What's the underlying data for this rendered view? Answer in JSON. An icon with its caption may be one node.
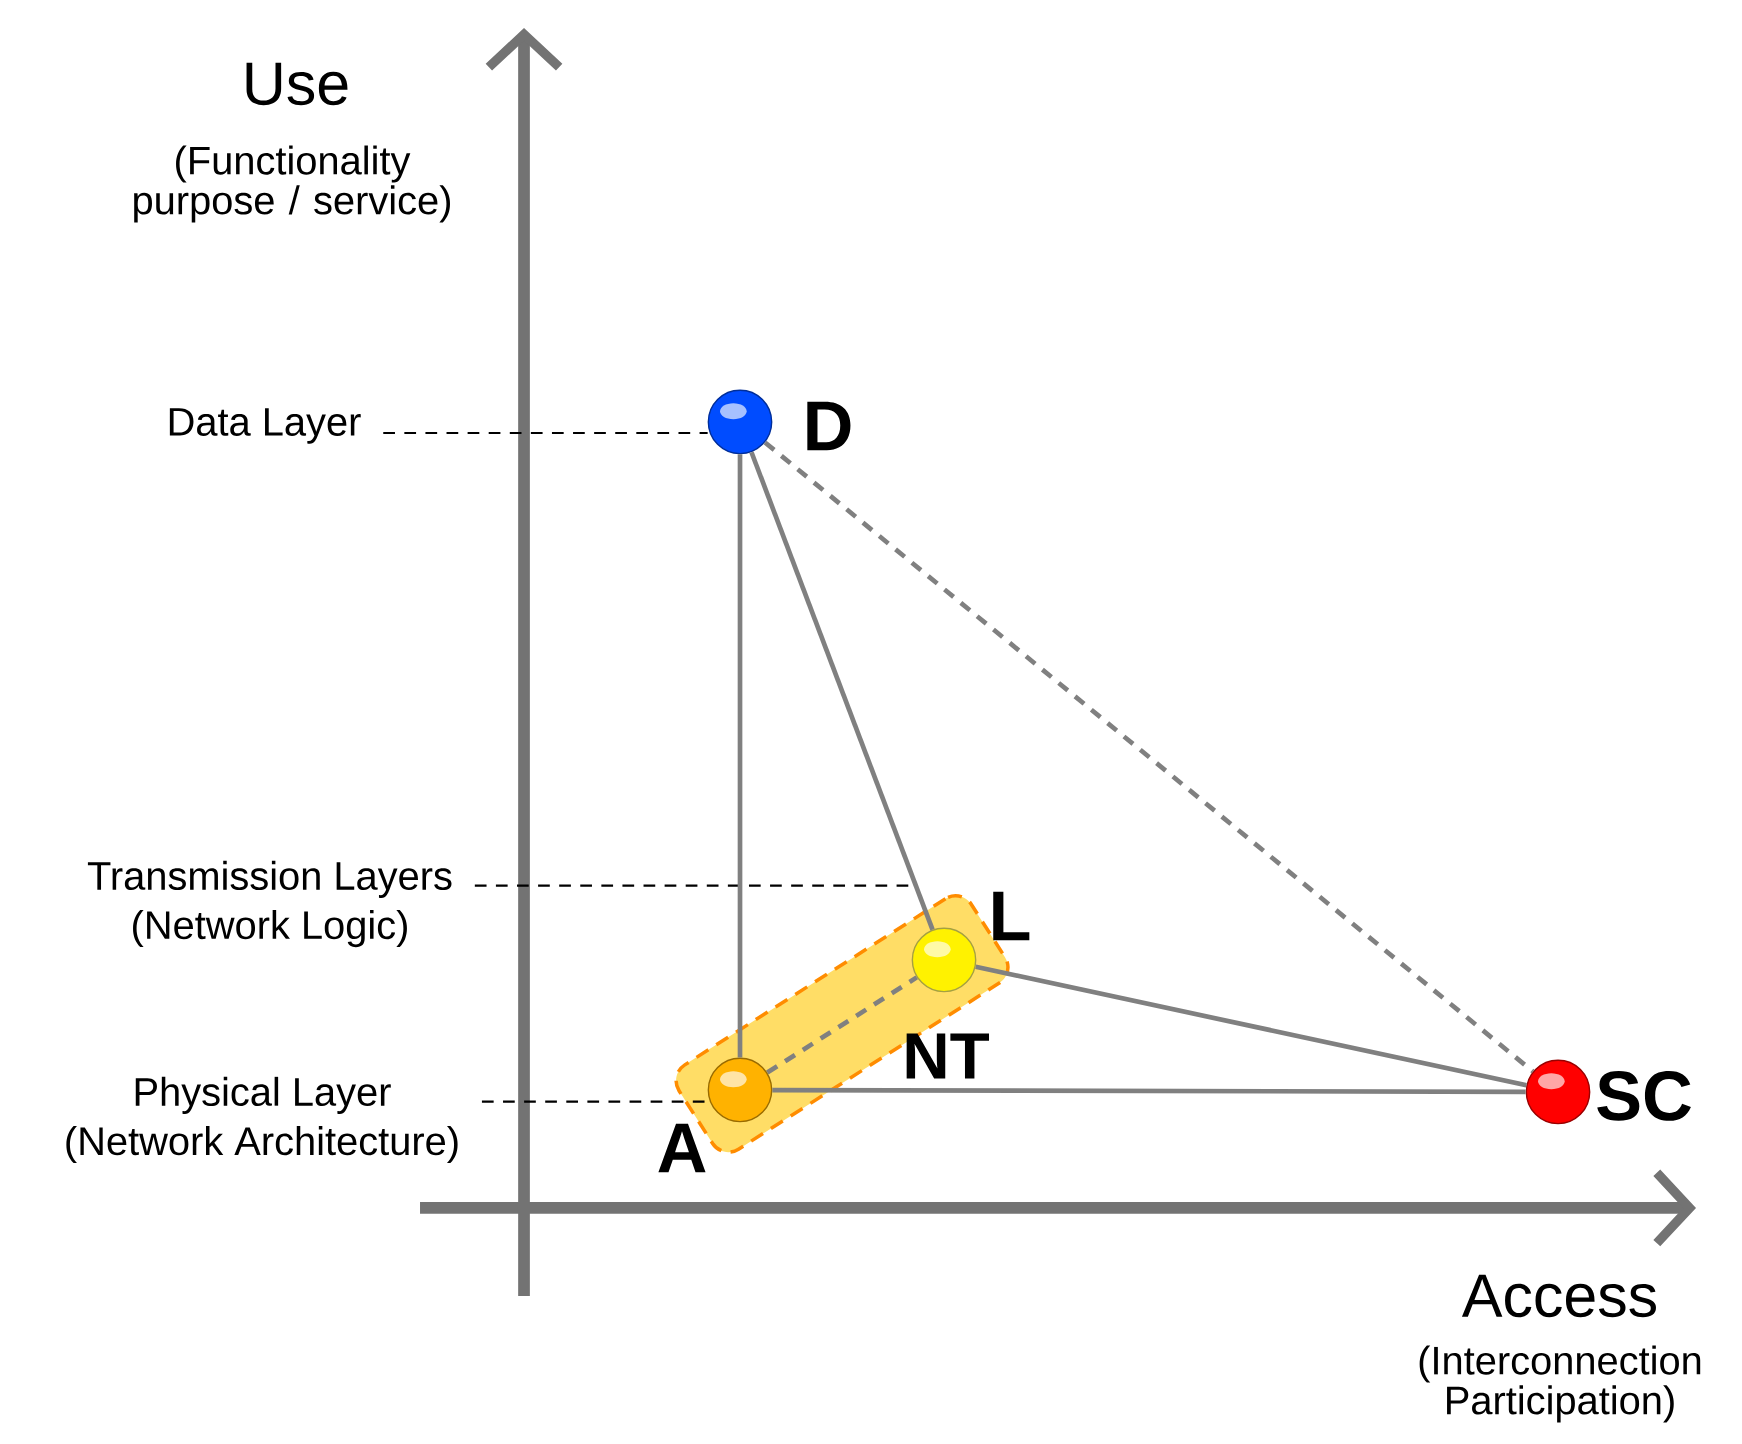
{
  "diagram": {
    "nodes": [
      {
        "text": [
          "Data Layer"
        ]
      },
      {
        "text": [],
        "shape": "circle",
        "beside": [
          "D"
        ]
      },
      {
        "text": [
          "Transmission Layers",
          "(Network Logic)"
        ]
      },
      {
        "text": [],
        "shape": "circle",
        "beside": [
          "L"
        ]
      },
      {
        "text": [
          "NT"
        ]
      },
      {
        "text": [
          "Physical Layer",
          "(Network Architecture)"
        ]
      },
      {
        "text": [],
        "shape": "circle",
        "beside": [
          "A"
        ]
      },
      {
        "text": [],
        "shape": "circle",
        "beside": [
          "SC"
        ]
      }
    ],
    "edges": [
      {
        "from": 0,
        "to": 1,
        "arrow": "none",
        "style": "dashed",
        "color": "#000000"
      },
      {
        "from": 2,
        "to": 3,
        "arrow": "none",
        "style": "dashed",
        "color": "#000000"
      },
      {
        "from": 5,
        "to": 6,
        "arrow": "none",
        "style": "dashed",
        "color": "#000000"
      },
      {
        "from": 1,
        "to": 6,
        "arrow": "none"
      },
      {
        "from": 1,
        "to": 3,
        "arrow": "none"
      },
      {
        "from": 1,
        "to": 7,
        "arrow": "none",
        "style": "dashed"
      },
      {
        "from": 6,
        "to": 3,
        "arrow": "none",
        "style": "dashed"
      },
      {
        "from": 6,
        "to": 7,
        "arrow": "none"
      },
      {
        "from": 3,
        "to": 7,
        "arrow": "none"
      }
    ],
    "labels": [
      "Use",
      "(Functionality purpose / service)",
      "Access",
      "(Interconnection Participation)"
    ]
  }
}
